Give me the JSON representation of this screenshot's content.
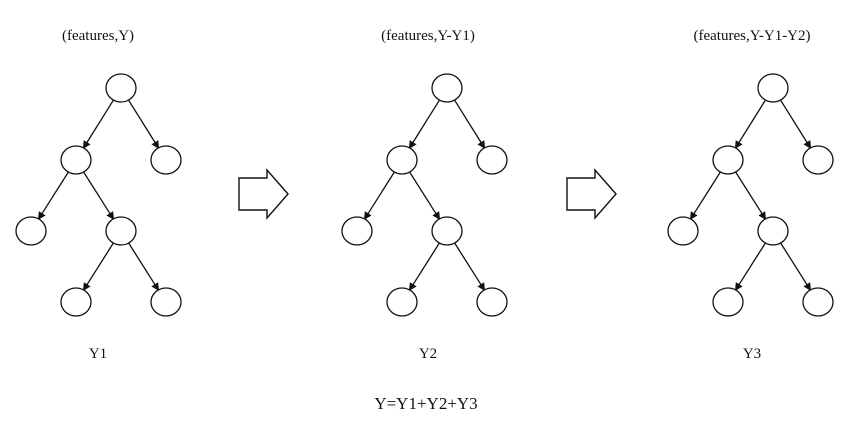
{
  "figure": {
    "stages": [
      {
        "input_label": "(features,Y)",
        "output_label": "Y1"
      },
      {
        "input_label": "(features,Y-Y1)",
        "output_label": "Y2"
      },
      {
        "input_label": "(features,Y-Y1-Y2)",
        "output_label": "Y3"
      }
    ],
    "formula": "Y=Y1+Y2+Y3",
    "colors": {
      "stroke": "#111111",
      "fill": "#ffffff"
    }
  }
}
